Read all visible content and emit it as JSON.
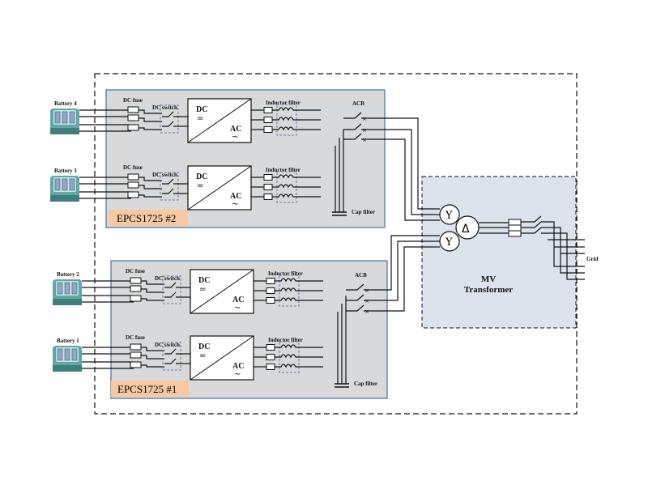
{
  "system": {
    "outer_frame": "system-boundary",
    "grid_label": "Grid",
    "transformer": {
      "title_line1": "MV",
      "title_line2": "Transformer",
      "winding_hv_a": "Y",
      "winding_hv_b": "Y",
      "winding_lv": "Δ"
    }
  },
  "pcs_units": [
    {
      "name": "EPCS1725 #2",
      "branches": [
        {
          "battery": "Battery 4",
          "dc_fuse": "DC fuse",
          "dc_switch": "DC switch",
          "dc": "DC",
          "ac": "AC",
          "inductor": "Inductor filter",
          "acb": "ACB"
        },
        {
          "battery": "Battery 3",
          "dc_fuse": "DC fuse",
          "dc_switch": "DC switch",
          "dc": "DC",
          "ac": "AC",
          "inductor": "Inductor filter",
          "acb": ""
        }
      ],
      "cap_filter": "Cap filter"
    },
    {
      "name": "EPCS1725 #1",
      "branches": [
        {
          "battery": "Battery 2",
          "dc_fuse": "DC fuse",
          "dc_switch": "DC switch",
          "dc": "DC",
          "ac": "AC",
          "inductor": "Inductor filter",
          "acb": "ACB"
        },
        {
          "battery": "Battery 1",
          "dc_fuse": "DC fuse",
          "dc_switch": "DC switch",
          "dc": "DC",
          "ac": "AC",
          "inductor": "Inductor filter",
          "acb": ""
        }
      ],
      "cap_filter": "Cap filter"
    }
  ],
  "colors": {
    "pcs_fill": "#d8d9db",
    "pcs_border": "#4a6e9a",
    "tx_fill": "#dde3ec",
    "unit_label_bg": "#f6c9a2",
    "panel_bg": "#eef5fb",
    "battery": "#5fa8a5"
  }
}
